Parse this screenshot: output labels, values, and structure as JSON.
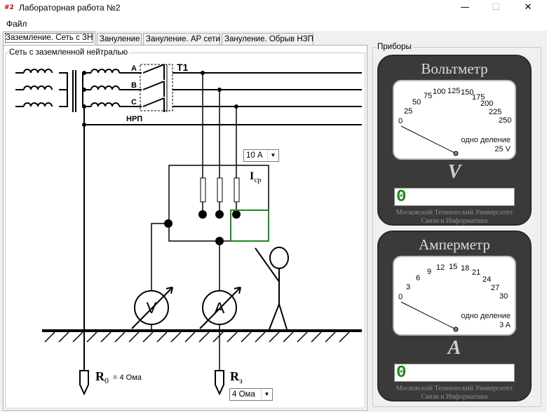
{
  "window": {
    "icon_text": "#2",
    "title": "Лабораторная работа №2",
    "minimize": "—",
    "maximize": "☐",
    "close": "✕"
  },
  "menu": {
    "file": "Файл"
  },
  "tabs": [
    {
      "label": "Заземление. Сеть с ЗН",
      "active": true
    },
    {
      "label": "Зануление",
      "active": false
    },
    {
      "label": "Зануление. АР сети",
      "active": false
    },
    {
      "label": "Зануление. Обрыв НЗП",
      "active": false
    }
  ],
  "left_group": {
    "caption": "Сеть с заземленной нейтралью"
  },
  "right_group": {
    "caption": "Приборы"
  },
  "schema": {
    "phase_a": "A",
    "phase_b": "B",
    "phase_c": "C",
    "transformer": "T1",
    "neutral": "НРП",
    "current_symbol": "I",
    "current_sub": "ср",
    "r0_symbol": "R",
    "r0_sub": "0",
    "r0_value": "= 4 Ома",
    "rz_symbol": "R",
    "rz_sub": "з",
    "voltmeter_symbol": "V",
    "ammeter_symbol": "A"
  },
  "fuse_select": {
    "value": "10 А"
  },
  "rz_select": {
    "value": "4 Ома"
  },
  "voltmeter": {
    "title": "Вольтметр",
    "scale": [
      "0",
      "25",
      "50",
      "75",
      "100",
      "125",
      "150",
      "175",
      "200",
      "225",
      "250"
    ],
    "division_label": "одно деление",
    "division_value": "25 V",
    "unit": "V",
    "reading": "0",
    "caption_line1": "Московский Технический Университет",
    "caption_line2": "Связи и Информатики"
  },
  "ammeter": {
    "title": "Амперметр",
    "scale": [
      "0",
      "3",
      "6",
      "9",
      "12",
      "15",
      "18",
      "21",
      "24",
      "27",
      "30"
    ],
    "division_label": "одно деление",
    "division_value": "3 A",
    "unit": "A",
    "reading": "0",
    "caption_line1": "Московский Технический Университет",
    "caption_line2": "Связи и Информатики"
  }
}
